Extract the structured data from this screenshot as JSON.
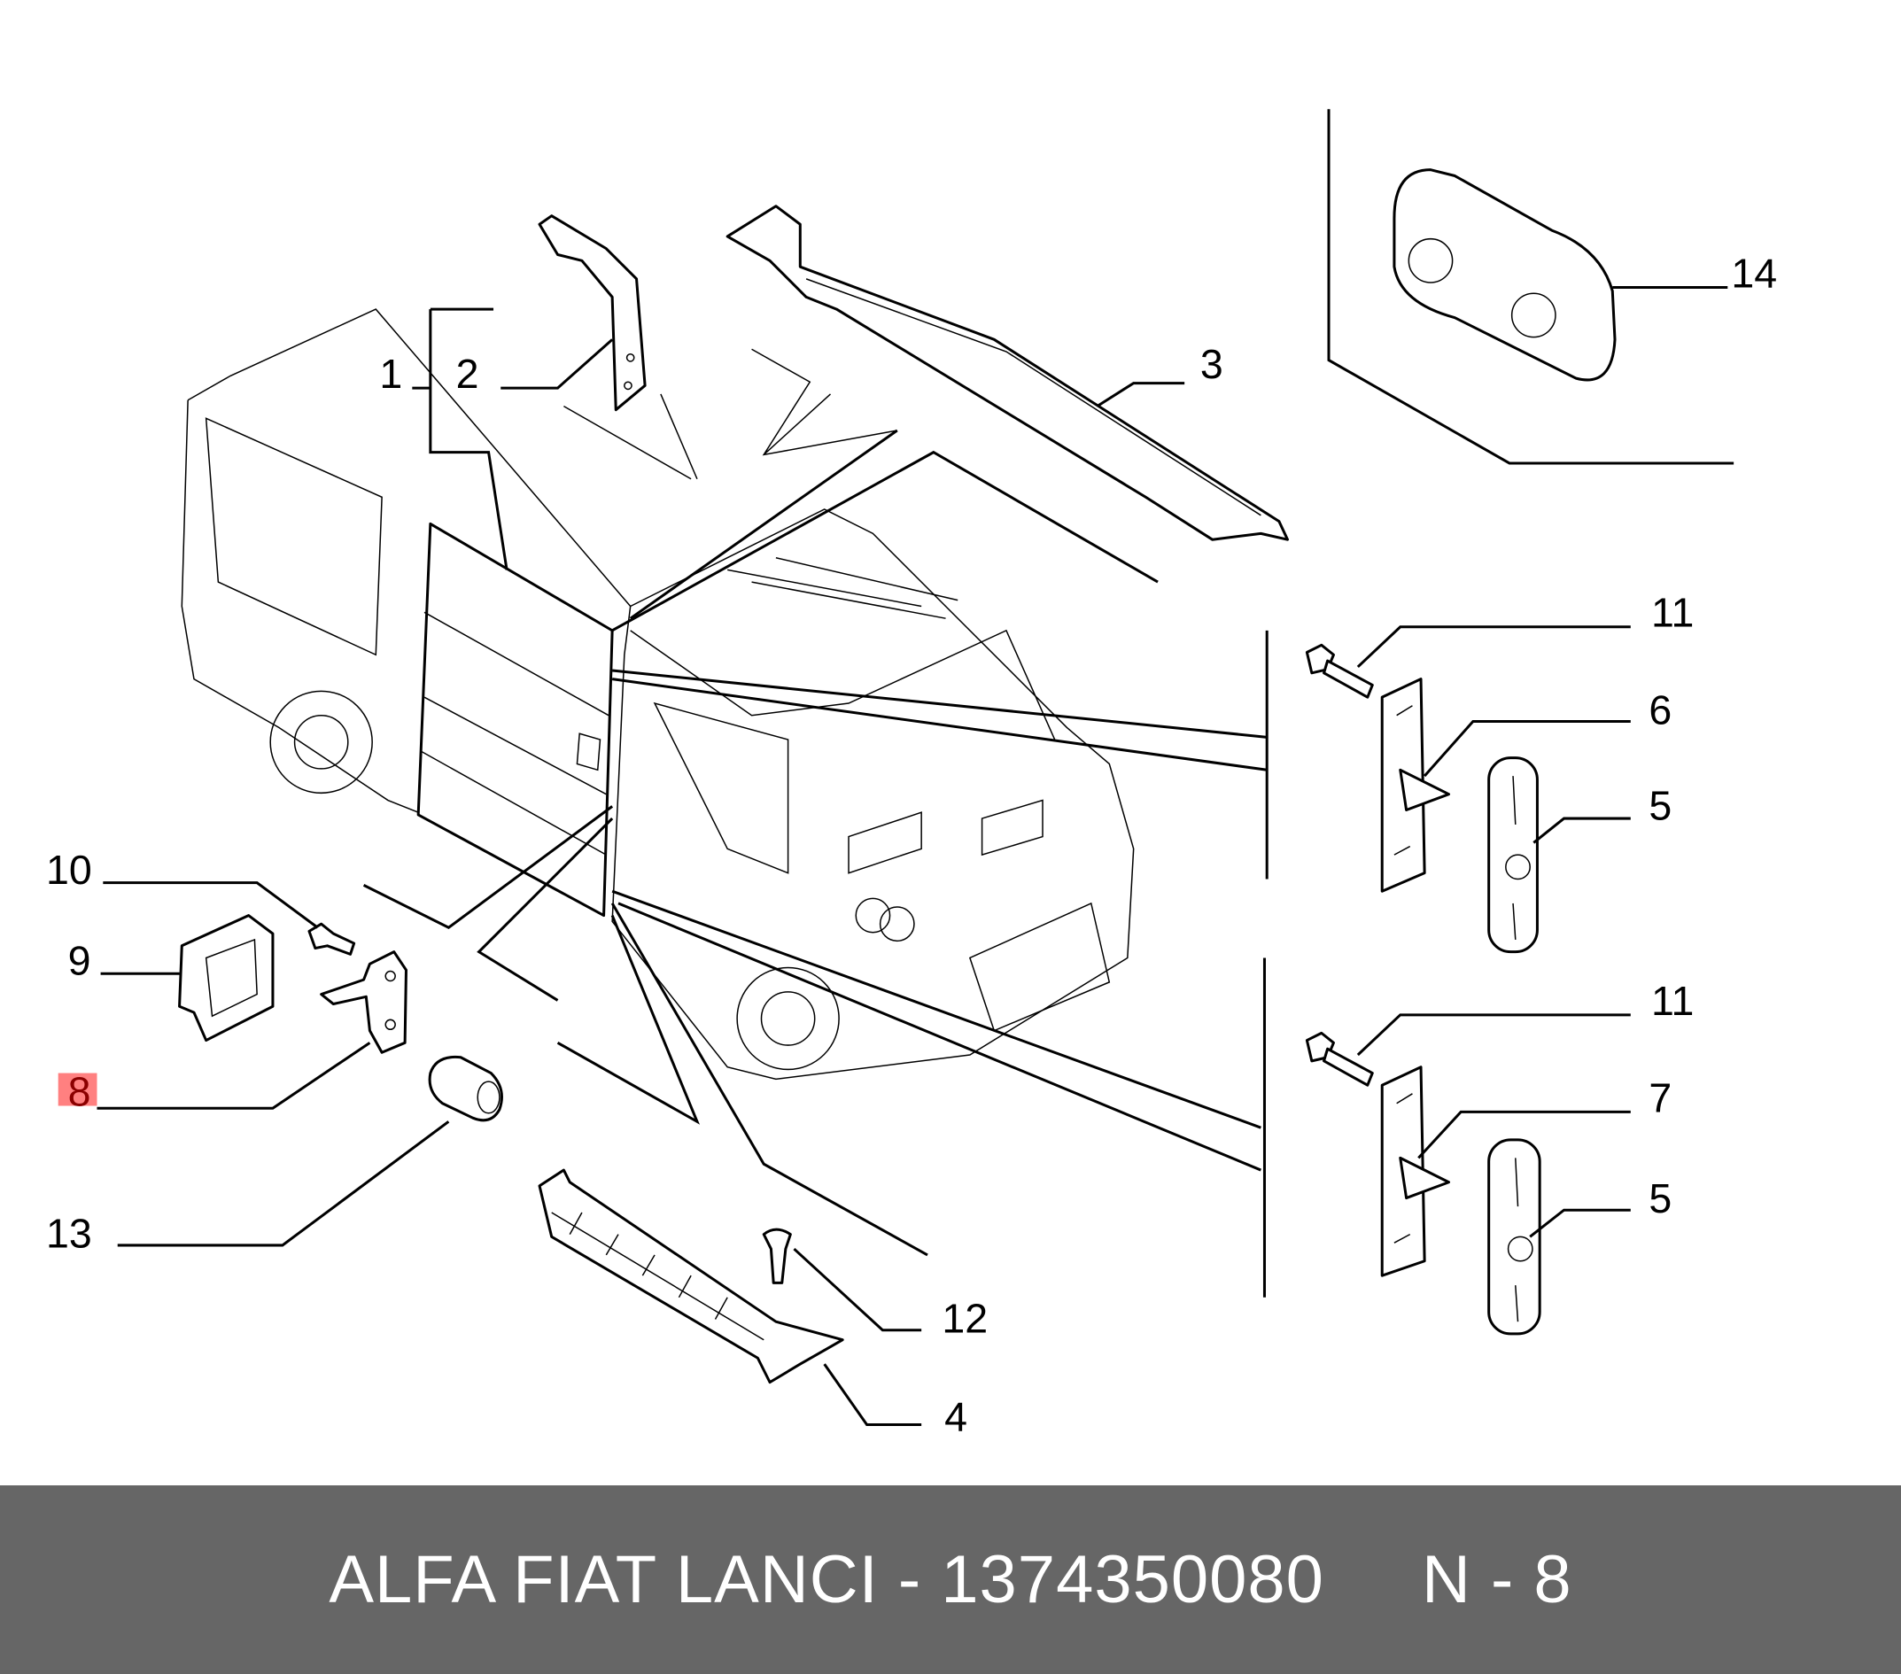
{
  "callouts": {
    "c1": "1",
    "c2": "2",
    "c3": "3",
    "c4": "4",
    "c5a": "5",
    "c5b": "5",
    "c6": "6",
    "c7": "7",
    "c8": "8",
    "c9": "9",
    "c10": "10",
    "c11a": "11",
    "c11b": "11",
    "c12": "12",
    "c13": "13",
    "c14": "14"
  },
  "highlight": {
    "callout": "8",
    "color": "#ff8080"
  },
  "footer": {
    "part_text": "ALFA FIAT LANCI - 1374350080",
    "ref_text": "N - 8",
    "background": "#666666"
  }
}
